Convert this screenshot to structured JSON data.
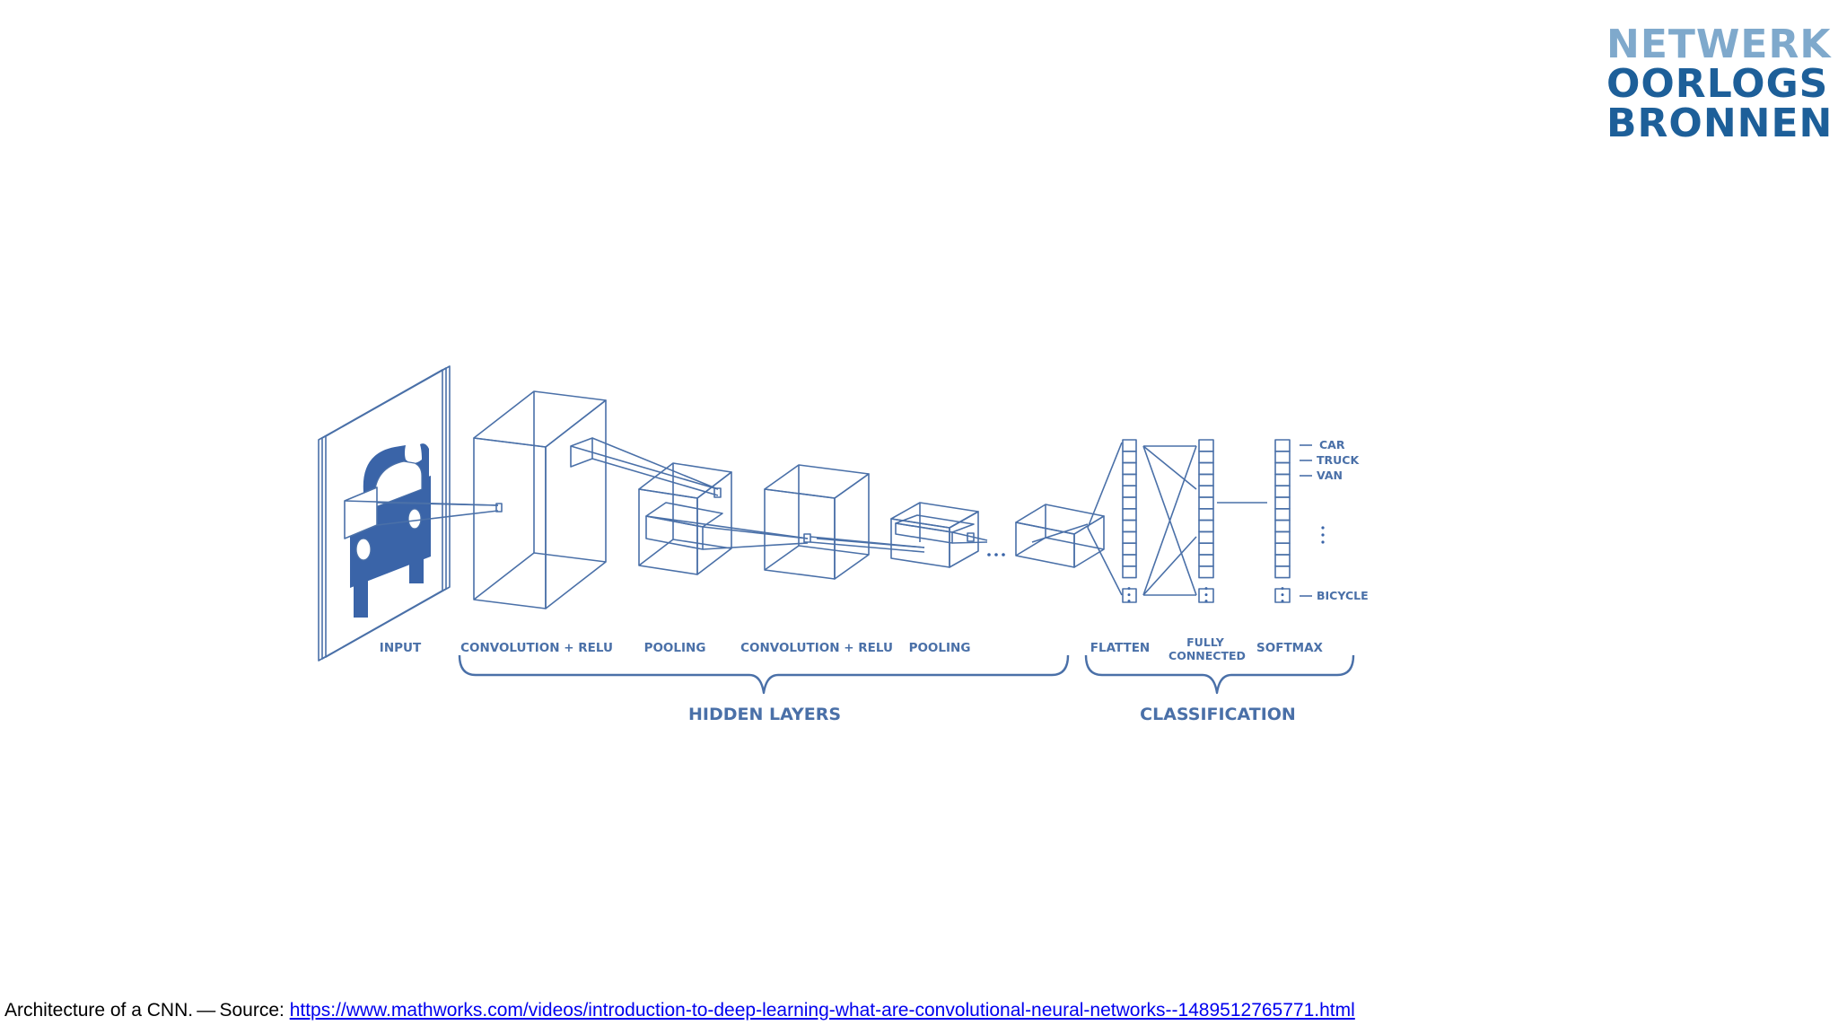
{
  "logo": {
    "line1": "NETWERK",
    "line2": "OORLOGS",
    "line3": "BRONNEN",
    "color_light": "#7fa9cc",
    "color_dark": "#1d5f99"
  },
  "diagram": {
    "stroke_color": "#4a70a8",
    "fill_color": "#3a64a8",
    "stage_labels": {
      "input": "INPUT",
      "conv1": "CONVOLUTION + RELU",
      "pool1": "POOLING",
      "conv2": "CONVOLUTION + RELU",
      "pool2": "POOLING",
      "flatten": "FLATTEN",
      "fully_line1": "FULLY",
      "fully_line2": "CONNECTED",
      "softmax": "SOFTMAX"
    },
    "group_labels": {
      "hidden": "HIDDEN LAYERS",
      "classification": "CLASSIFICATION"
    },
    "outputs": [
      "CAR",
      "TRUCK",
      "VAN",
      "BICYCLE"
    ]
  },
  "caption": {
    "text": "Architecture of a CNN. — Source: ",
    "link": "https://www.mathworks.com/videos/introduction-to-deep-learning-what-are-convolutional-neural-networks--1489512765771.html"
  }
}
